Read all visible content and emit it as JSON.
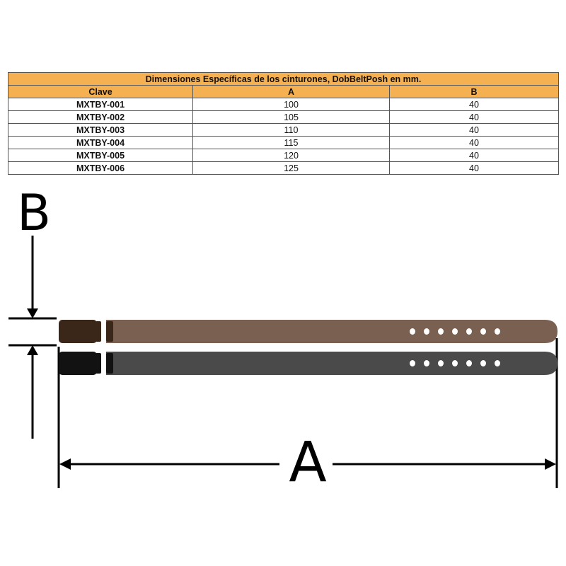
{
  "table": {
    "title": "Dimensiones Específicas de los cinturones, DobBeltPosh en mm.",
    "headers": [
      "Clave",
      "A",
      "B"
    ],
    "rows": [
      [
        "MXTBY-001",
        "100",
        "40"
      ],
      [
        "MXTBY-002",
        "105",
        "40"
      ],
      [
        "MXTBY-003",
        "110",
        "40"
      ],
      [
        "MXTBY-004",
        "115",
        "40"
      ],
      [
        "MXTBY-005",
        "120",
        "40"
      ],
      [
        "MXTBY-006",
        "125",
        "40"
      ]
    ]
  },
  "diagram": {
    "label_width": "B",
    "label_length": "A",
    "belts": [
      {
        "name": "brown-belt",
        "buckle_color": "#3b261a",
        "strap_color": "#7a6051"
      },
      {
        "name": "black-belt",
        "buckle_color": "#121212",
        "strap_color": "#4a4a4a"
      }
    ],
    "holes_per_belt": 7
  }
}
